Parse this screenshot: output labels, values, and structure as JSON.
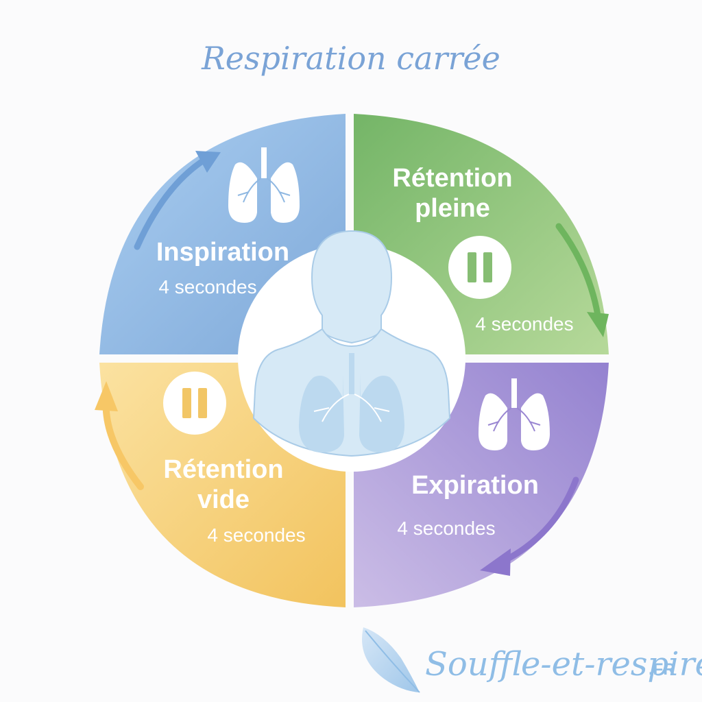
{
  "title": "Respiration carrée",
  "colors": {
    "inspiration": "#8fb8e2",
    "retention_pleine": "#8cc47a",
    "expiration": "#a996d6",
    "retention_vide": "#f6d07a",
    "center": "#d9ecf7"
  },
  "phases": [
    {
      "id": "inspiration",
      "title_lines": [
        "Inspiration"
      ],
      "duration": "4 secondes",
      "icon": "lungs-icon"
    },
    {
      "id": "retention-pleine",
      "title_lines": [
        "Rétention",
        "pleine"
      ],
      "duration": "4 secondes",
      "icon": "pause-icon"
    },
    {
      "id": "expiration",
      "title_lines": [
        "Expiration"
      ],
      "duration": "4 secondes",
      "icon": "lungs-icon"
    },
    {
      "id": "retention-vide",
      "title_lines": [
        "Rétention",
        "vide"
      ],
      "duration": "4 secondes",
      "icon": "pause-icon"
    }
  ],
  "center_icon": "human-torso-lungs-icon",
  "brand": {
    "name": "Souffle-et-respire",
    "tld": ".FR",
    "icon": "feather-icon"
  }
}
